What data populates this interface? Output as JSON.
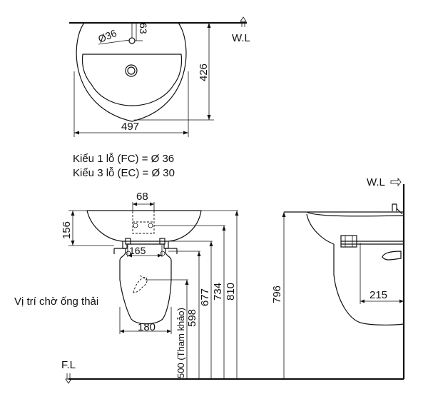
{
  "top_view": {
    "dim_hole_diameter": "Ø36",
    "dim_hole_offset": "63",
    "dim_depth": "426",
    "dim_width": "497",
    "wall_line": "W.L"
  },
  "notes": {
    "line1": "Kiểu 1 lỗ (FC) = Ø 36",
    "line2": "Kiểu 3 lỗ (EC) = Ø 30"
  },
  "front_view": {
    "dim_tap_spacing": "68",
    "dim_basin_height": "156",
    "dim_bracket_spacing": "165",
    "dim_pedestal_width": "180",
    "dim_drain_height": "500 (Tham khảo)",
    "dim_598": "598",
    "dim_677": "677",
    "dim_734": "734",
    "dim_810": "810",
    "drain_label": "Vị trí chờ ống thải",
    "floor_line": "F.L"
  },
  "side_view": {
    "wall_line": "W.L",
    "dim_height": "796",
    "dim_projection": "215"
  }
}
